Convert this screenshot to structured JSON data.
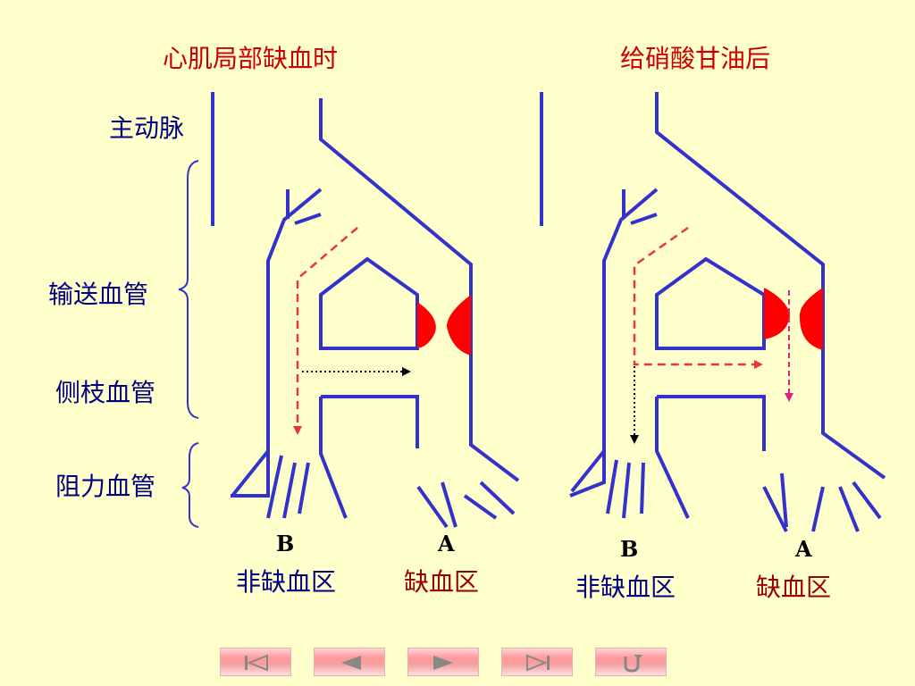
{
  "titles": {
    "left": "心肌局部缺血时",
    "right": "给硝酸甘油后"
  },
  "side_labels": {
    "aorta": "主动脉",
    "conduit": "输送血管",
    "collateral": "侧枝血管",
    "resistance": "阻力血管"
  },
  "left_panel": {
    "b_letter": "B",
    "b_label": "非缺血区",
    "a_letter": "A",
    "a_label": "缺血区"
  },
  "right_panel": {
    "b_letter": "B",
    "b_label": "非缺血区",
    "a_letter": "A",
    "a_label": "缺血区"
  },
  "nav": {
    "buttons": [
      {
        "icon": "first-slide-icon"
      },
      {
        "icon": "previous-slide-icon"
      },
      {
        "icon": "next-slide-icon"
      },
      {
        "icon": "last-slide-icon"
      },
      {
        "icon": "return-icon"
      }
    ]
  },
  "colors": {
    "background": "#ffffcc",
    "vessel": "#3333cc",
    "title": "#cc0000",
    "label": "#000080",
    "ischemic": "#ff0000",
    "flow_arrow": "#e8363c"
  }
}
